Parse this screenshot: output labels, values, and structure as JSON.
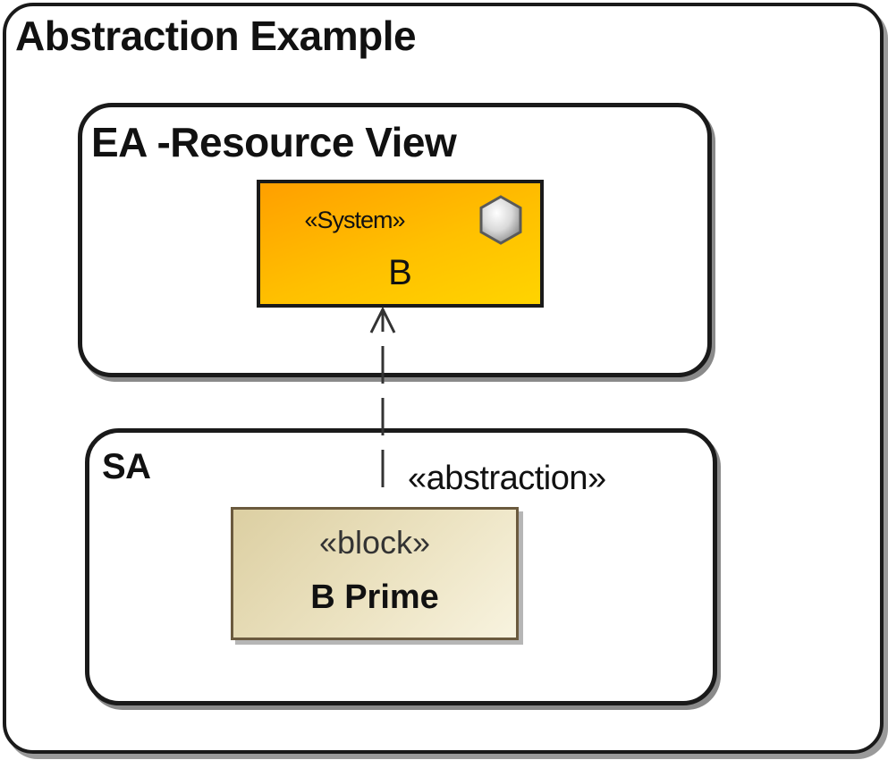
{
  "diagram": {
    "title": "Abstraction Example",
    "ea_frame": {
      "title": "EA -Resource View",
      "block": {
        "stereotype": "«System»",
        "name": "B",
        "icon": "hexagon-icon",
        "fill": "#ffb000"
      }
    },
    "sa_frame": {
      "title": "SA",
      "block": {
        "stereotype": "«block»",
        "name": "B Prime",
        "fill": "#ece3c2"
      }
    },
    "relationship": {
      "label": "«abstraction»"
    }
  }
}
